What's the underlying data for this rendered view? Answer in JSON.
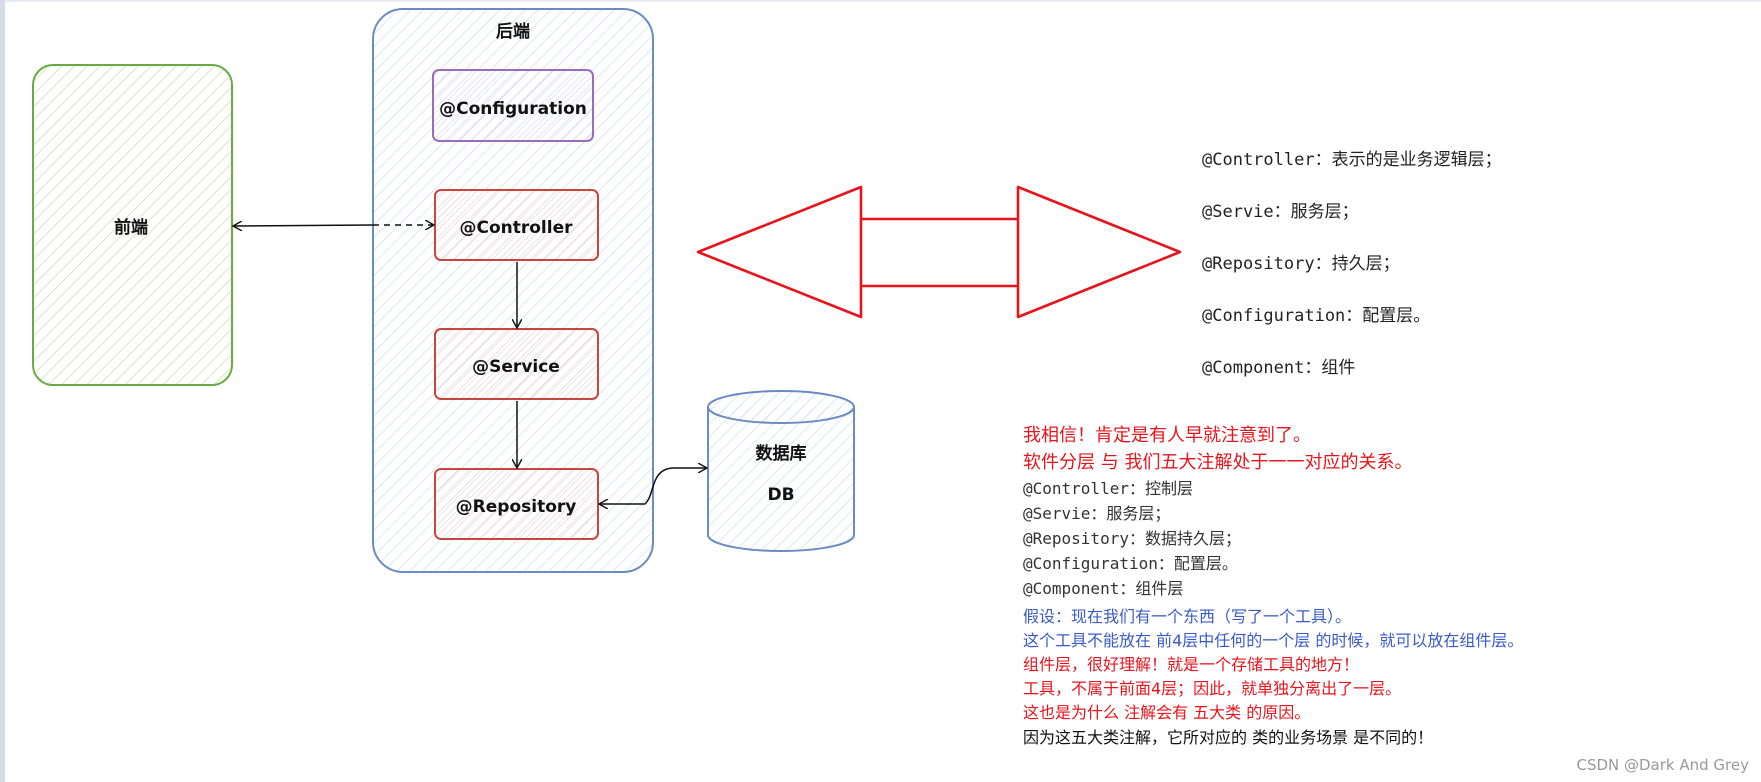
{
  "diagram": {
    "frontend_label": "前端",
    "backend_label": "后端",
    "configuration_label": "@Configuration",
    "controller_label": "@Controller",
    "service_label": "@Service",
    "repository_label": "@Repository",
    "database_label": "数据库",
    "database_sub_label": "DB"
  },
  "colors": {
    "frontend_stroke": "#6aaa45",
    "backend_stroke": "#6b8cc3",
    "configuration_stroke": "#9a6cc0",
    "layer_stroke": "#c9453d",
    "arrow_red": "#e8141b"
  },
  "side_notes": [
    "@Controller：表示的是业务逻辑层；",
    "@Servie：服务层；",
    "@Repository：持久层；",
    "@Configuration：配置层。",
    "@Component：组件"
  ],
  "text_block": {
    "red_lines": [
      "我相信！肯定是有人早就注意到了。",
      "软件分层 与 我们五大注解处于一一对应的关系。"
    ],
    "mono_lines": [
      "@Controller：控制层",
      "@Servie：服务层；",
      "@Repository：数据持久层；",
      "@Configuration：配置层。",
      "@Component：组件层"
    ],
    "blue_lines": [
      "假设：现在我们有一个东西（写了一个工具）。",
      "这个工具不能放在 前4层中任何的一个层 的时候，就可以放在组件层。"
    ],
    "red_small_lines": [
      "组件层，很好理解！就是一个存储工具的地方！",
      "工具，不属于前面4层；因此，就单独分离出了一层。",
      "这也是为什么 注解会有 五大类 的原因。"
    ],
    "black_line": "因为这五大类注解，它所对应的 类的业务场景 是不同的！"
  },
  "watermark": "CSDN @Dark And Grey"
}
